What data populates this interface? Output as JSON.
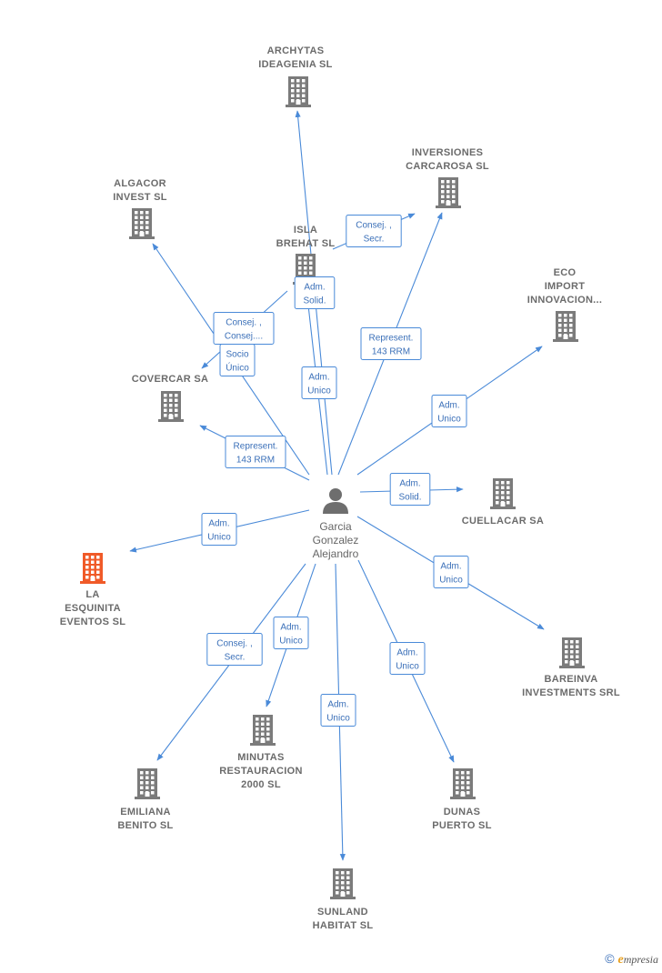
{
  "center": {
    "lines": [
      "Garcia",
      "Gonzalez",
      "Alejandro"
    ]
  },
  "brand": {
    "copyright": "©",
    "first_letter": "e",
    "rest": "mpresia"
  },
  "colors": {
    "edge": "#4a8ad8",
    "building": "#7b7b7b",
    "highlight": "#f05a28"
  },
  "nodes": [
    {
      "id": "archytas",
      "lines": [
        "ARCHYTAS",
        "IDEAGENIA SL"
      ],
      "highlight": false
    },
    {
      "id": "inversiones",
      "lines": [
        "INVERSIONES",
        "CARCAROSA SL"
      ],
      "highlight": false
    },
    {
      "id": "algacor",
      "lines": [
        "ALGACOR",
        "INVEST  SL"
      ],
      "highlight": false
    },
    {
      "id": "isla",
      "lines": [
        "ISLA",
        "BREHAT SL"
      ],
      "highlight": false
    },
    {
      "id": "eco",
      "lines": [
        "ECO",
        "IMPORT",
        "INNOVACION..."
      ],
      "highlight": false
    },
    {
      "id": "covercar",
      "lines": [
        "COVERCAR SA"
      ],
      "highlight": false
    },
    {
      "id": "cuellacar",
      "lines": [
        "CUELLACAR SA"
      ],
      "highlight": false
    },
    {
      "id": "esquinita",
      "lines": [
        "LA",
        "ESQUINITA",
        "EVENTOS  SL"
      ],
      "highlight": true
    },
    {
      "id": "bareinva",
      "lines": [
        "BAREINVA",
        "INVESTMENTS SRL"
      ],
      "highlight": false
    },
    {
      "id": "minutas",
      "lines": [
        "MINUTAS",
        "RESTAURACION",
        "2000 SL"
      ],
      "highlight": false
    },
    {
      "id": "emiliana",
      "lines": [
        "EMILIANA",
        "BENITO SL"
      ],
      "highlight": false
    },
    {
      "id": "dunas",
      "lines": [
        "DUNAS",
        "PUERTO  SL"
      ],
      "highlight": false
    },
    {
      "id": "sunland",
      "lines": [
        "SUNLAND",
        "HABITAT  SL"
      ],
      "highlight": false
    }
  ],
  "edges": [
    {
      "to": "archytas",
      "label": [
        "Adm.",
        "Unico"
      ]
    },
    {
      "to": "isla",
      "label": [
        "Adm.",
        "Solid."
      ]
    },
    {
      "to": "inversiones",
      "label": [
        "Represent.",
        "143 RRM"
      ]
    },
    {
      "to": "algacor",
      "label": [
        "Socio",
        "Único"
      ]
    },
    {
      "to": "covercar",
      "label": [
        "Represent.",
        "143 RRM"
      ]
    },
    {
      "to": "eco",
      "label": [
        "Adm.",
        "Unico"
      ]
    },
    {
      "to": "cuellacar",
      "label": [
        "Adm.",
        "Solid."
      ]
    },
    {
      "to": "esquinita",
      "label": [
        "Adm.",
        "Unico"
      ]
    },
    {
      "to": "bareinva",
      "label": [
        "Adm.",
        "Unico"
      ]
    },
    {
      "to": "minutas",
      "label": [
        "Adm.",
        "Unico"
      ]
    },
    {
      "to": "emiliana",
      "label": [
        "Consej. ,",
        "Secr."
      ]
    },
    {
      "to": "dunas",
      "label": [
        "Adm.",
        "Unico"
      ]
    },
    {
      "to": "sunland",
      "label": [
        "Adm.",
        "Unico"
      ]
    },
    {
      "to": "isla-inversiones",
      "label": [
        "Consej. ,",
        "Secr."
      ]
    },
    {
      "to": "isla-covercar",
      "label": [
        "Consej. ,",
        "Consej...."
      ]
    }
  ]
}
